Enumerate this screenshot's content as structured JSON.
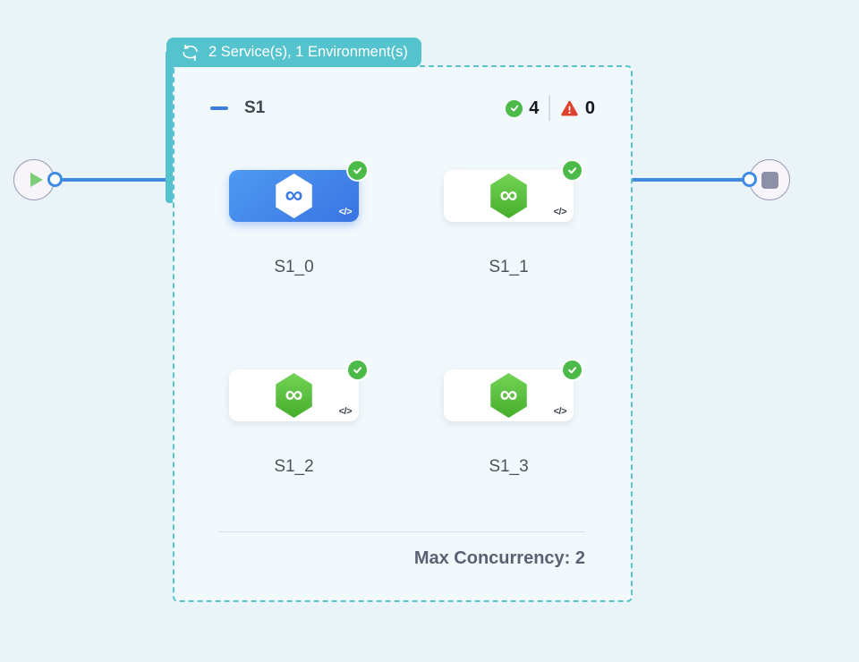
{
  "header_badge": {
    "label": "2 Service(s), 1 Environment(s)"
  },
  "stage": {
    "name": "S1",
    "success_count": "4",
    "error_count": "0",
    "footer_label": "Max Concurrency: 2"
  },
  "services": [
    {
      "label": "S1_0",
      "state": "selected",
      "status": "success"
    },
    {
      "label": "S1_1",
      "state": "default",
      "status": "success"
    },
    {
      "label": "S1_2",
      "state": "default",
      "status": "success"
    },
    {
      "label": "S1_3",
      "state": "default",
      "status": "success"
    }
  ],
  "icons": {
    "code": "</>",
    "infinity": "∞"
  },
  "colors": {
    "teal": "#55c3ce",
    "edge_blue": "#3f8be2",
    "success_green": "#4cba49",
    "error_red": "#df4330",
    "selected_card_blue": "#3a74e3"
  }
}
